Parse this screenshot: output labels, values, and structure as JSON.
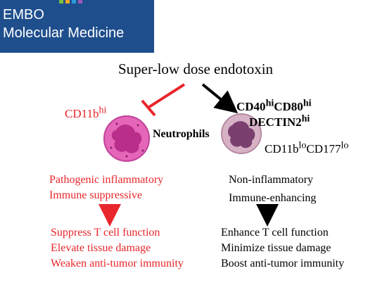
{
  "banner": {
    "line1": "EMBO",
    "line2": "Molecular Medicine",
    "dot_colors": [
      "#7fbf3f",
      "#f5a623",
      "#2a9bd8",
      "#9b59b6"
    ]
  },
  "title": "Super-low dose endotoxin",
  "center_label": "Neutrophils",
  "left": {
    "marker": "CD11b",
    "marker_sup": "hi",
    "traits": [
      "Pathogenic inflammatory",
      "Immune suppressive"
    ],
    "outcomes": [
      "Suppress T cell function",
      "Elevate tissue damage",
      "Weaken anti-tumor immunity"
    ]
  },
  "right": {
    "marker1": "CD40",
    "marker1_sup": "hi",
    "marker2": "CD80",
    "marker2_sup": "hi",
    "marker3": "DECTIN2",
    "marker3_sup": "hi",
    "marker4": "CD11b",
    "marker4_sup": "lo",
    "marker5": "CD177",
    "marker5_sup": "lo",
    "traits": [
      "Non-inflammatory",
      "Immune-enhancing"
    ],
    "outcomes": [
      "Enhance T cell function",
      "Minimize tissue damage",
      "Boost anti-tumor immunity"
    ]
  },
  "colors": {
    "red": "#e8262b",
    "black": "#000000",
    "left_cell": "#e566b8",
    "right_cell": "#d7b2c6",
    "nucleus_left": "#b82e8a",
    "nucleus_right": "#7a3f6f"
  }
}
